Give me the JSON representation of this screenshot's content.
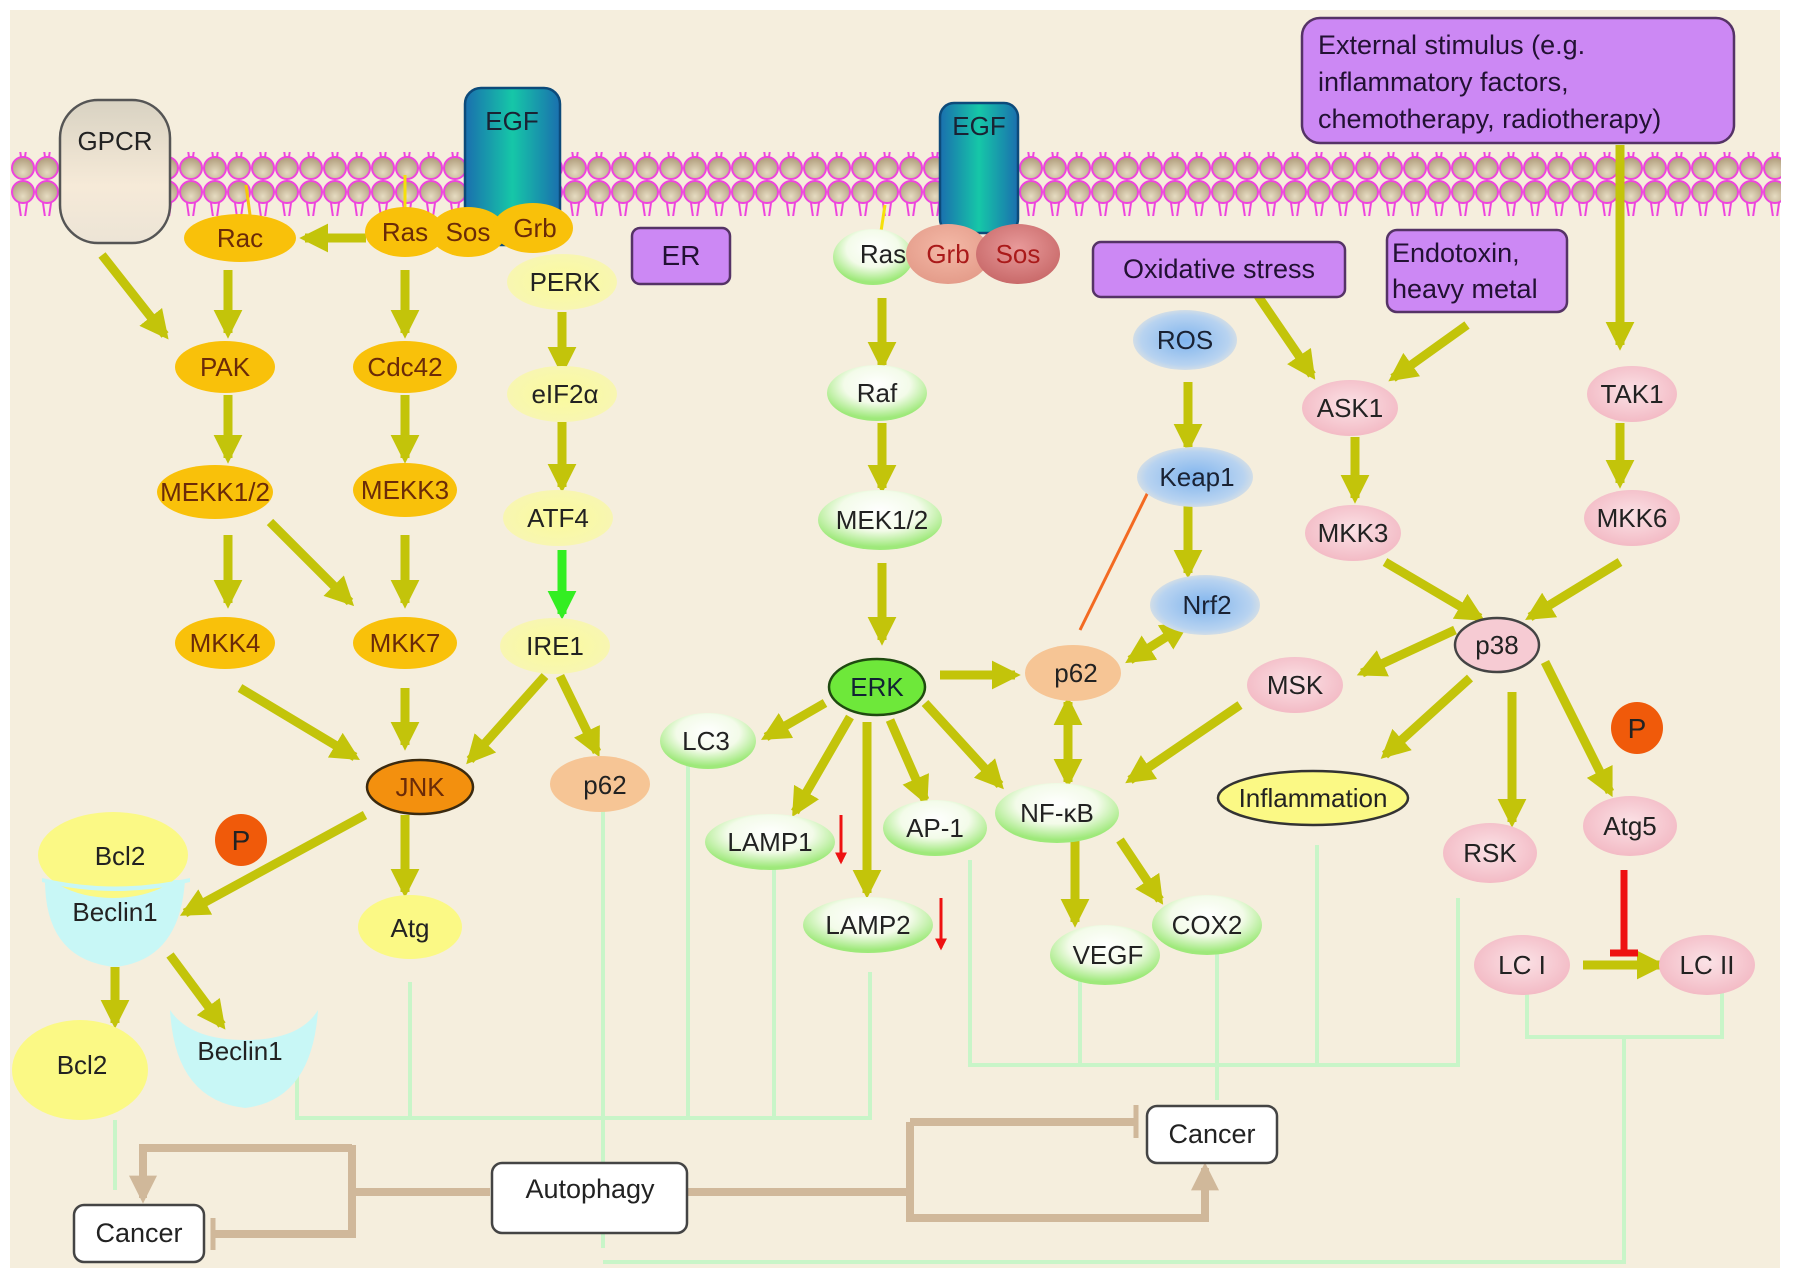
{
  "diagram": {
    "title": "MAPK signaling pathways in autophagy and cancer",
    "membrane_receptors": {
      "gpcr": "GPCR",
      "egf_left": "EGF",
      "egf_right": "EGF"
    },
    "stimuli": {
      "er": "ER",
      "oxidative_stress": "Oxidative stress",
      "endotoxin_line1": "Endotoxin,",
      "endotoxin_line2": "heavy metal",
      "external_line1": "External stimulus (e.g.",
      "external_line2": "inflammatory factors,",
      "external_line3": "chemotherapy, radiotherapy)"
    },
    "jnk_pathway": {
      "rac": "Rac",
      "ras": "Ras",
      "sos": "Sos",
      "grb": "Grb",
      "pak": "PAK",
      "cdc42": "Cdc42",
      "mekk12": "MEKK1/2",
      "mekk3": "MEKK3",
      "mkk4": "MKK4",
      "mkk7": "MKK7",
      "jnk": "JNK",
      "atg": "Atg",
      "phospho": "P",
      "bcl2_bound": "Bcl2",
      "beclin1_bound": "Beclin1",
      "bcl2_free": "Bcl2",
      "beclin1_free": "Beclin1"
    },
    "er_stress": {
      "perk": "PERK",
      "eif2a": "eIF2α",
      "atf4": "ATF4",
      "ire1": "IRE1",
      "p62": "p62"
    },
    "erk_pathway": {
      "ras": "Ras",
      "grb": "Grb",
      "sos": "Sos",
      "raf": "Raf",
      "mek12": "MEK1/2",
      "erk": "ERK",
      "lc3": "LC3",
      "lamp1": "LAMP1",
      "lamp2": "LAMP2",
      "ap1": "AP-1",
      "nfkb": "NF-κB",
      "vegf": "VEGF",
      "cox2": "COX2",
      "p62": "p62"
    },
    "oxidative": {
      "ros": "ROS",
      "keap1": "Keap1",
      "nrf2": "Nrf2"
    },
    "p38_pathway": {
      "ask1": "ASK1",
      "tak1": "TAK1",
      "mkk3": "MKK3",
      "mkk6": "MKK6",
      "p38": "p38",
      "msk": "MSK",
      "inflammation": "Inflammation",
      "rsk": "RSK",
      "atg5": "Atg5",
      "phospho": "P",
      "lc1": "LC I",
      "lc2": "LC II"
    },
    "outcomes": {
      "autophagy": "Autophagy",
      "cancer_left": "Cancer",
      "cancer_right": "Cancer"
    },
    "colors": {
      "background": "#f5eedd",
      "arrow": "#c3c40a",
      "membrane_stroke": "#ee44dd",
      "purple_box": "#cc88f4",
      "jnk_node": "#f9c10a",
      "er_node": "#fcfca0",
      "erk_node": "#b8f29a",
      "p38_node": "#f6cbd3",
      "ros_node": "#8fbbe8",
      "p62_node": "#f6c595",
      "outcome_line": "#d0b89a",
      "connector": "#c8f5c8",
      "inhibit": "#ee1111"
    }
  }
}
